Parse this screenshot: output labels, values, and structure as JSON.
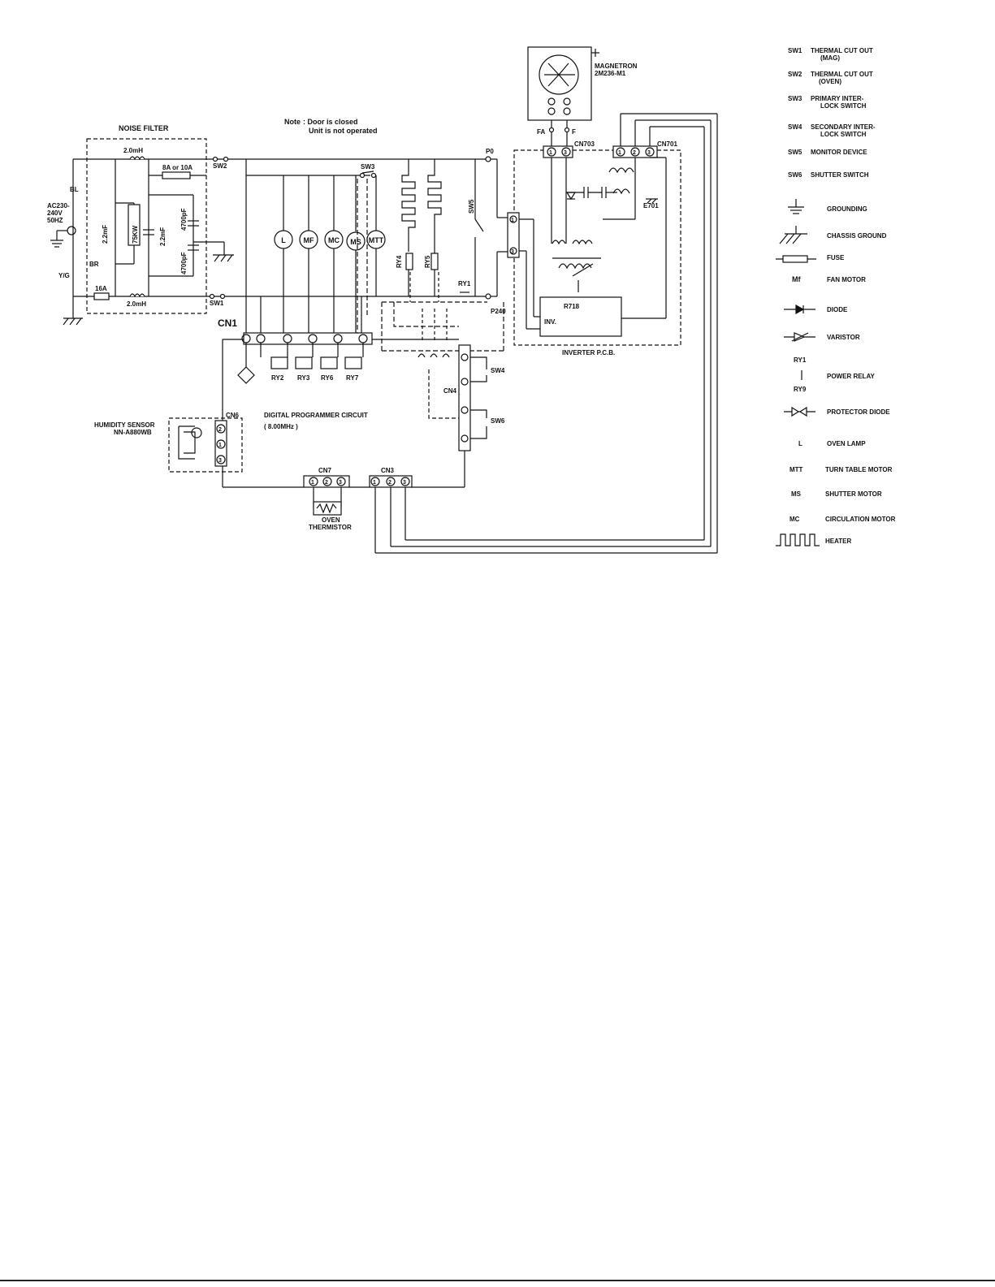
{
  "note": {
    "label": "Note",
    "line1": ": Door is closed",
    "line2": "Unit is not operated"
  },
  "noise_filter": {
    "title": "NOISE FILTER",
    "inductor_top": "2.0mH",
    "inductor_bottom": "2.0mH",
    "fuse_main": "8A or 10A",
    "fuse_bottom": "16A",
    "cap_left": "2.2mF",
    "cap_mid": "2.2mF",
    "resistor": "75KW",
    "cap_top": "4700pF",
    "cap_bottom": "4700pF"
  },
  "mains": {
    "label1": "AC230-",
    "label2": "240V",
    "label3": "50HZ",
    "wire_bl": "BL",
    "wire_br": "BR",
    "wire_yg": "Y/G"
  },
  "switches": {
    "sw1": "SW1",
    "sw2": "SW2",
    "sw3": "SW3",
    "sw4": "SW4",
    "sw5": "SW5",
    "sw6": "SW6"
  },
  "loads": {
    "lamp": "L",
    "fan": "MF",
    "circ": "MC",
    "shutter": "MS",
    "turntable": "MTT"
  },
  "relays": {
    "ry1": "RY1",
    "ry2": "RY2",
    "ry3": "RY3",
    "ry4": "RY4",
    "ry5": "RY5",
    "ry6": "RY6",
    "ry7": "RY7"
  },
  "points": {
    "p0": "P0",
    "p240": "P240",
    "fa": "FA",
    "f": "F"
  },
  "magnetron": {
    "name": "MAGNETRON",
    "model": "2M236-M1"
  },
  "inverter": {
    "cn703": "CN703",
    "cn701": "CN701",
    "e701": "E701",
    "r718": "R718",
    "inv": "INV.",
    "title": "INVERTER P.C.B."
  },
  "control": {
    "cn1": "CN1",
    "cn4": "CN4",
    "cn6": "CN6",
    "cn7": "CN7",
    "cn3": "CN3",
    "title": "DIGITAL PROGRAMMER CIRCUIT",
    "freq": "( 8.00MHz )",
    "sensor1": "HUMIDITY SENSOR",
    "sensor2": "NN-A880WB",
    "thermistor1": "OVEN",
    "thermistor2": "THERMISTOR"
  },
  "pins": {
    "one": "1",
    "two": "2",
    "three": "3"
  },
  "legend": [
    {
      "code": "SW1",
      "text": "THERMAL CUT OUT",
      "text2": "(MAG)"
    },
    {
      "code": "SW2",
      "text": "THERMAL CUT OUT",
      "text2": "(OVEN)"
    },
    {
      "code": "SW3",
      "text": "PRIMARY INTER-",
      "text2": "LOCK SWITCH"
    },
    {
      "code": "SW4",
      "text": "SECONDARY INTER-",
      "text2": "LOCK SWITCH"
    },
    {
      "code": "SW5",
      "text": "MONITOR DEVICE",
      "text2": ""
    },
    {
      "code": "SW6",
      "text": "SHUTTER SWITCH",
      "text2": ""
    }
  ],
  "legend_symbols": [
    {
      "icon": "grounding-icon",
      "text": "GROUNDING"
    },
    {
      "icon": "chassis-ground-icon",
      "text": "CHASSIS GROUND"
    },
    {
      "icon": "fuse-icon",
      "text": "FUSE"
    },
    {
      "icon": "fan-motor-icon",
      "text": "FAN MOTOR",
      "code": "Mf"
    },
    {
      "icon": "diode-icon",
      "text": "DIODE"
    },
    {
      "icon": "varistor-icon",
      "text": "VARISTOR"
    },
    {
      "icon": "power-relay-icon",
      "text": "POWER RELAY",
      "code": "RY1",
      "code2": "RY9"
    },
    {
      "icon": "protector-diode-icon",
      "text": "PROTECTOR DIODE"
    },
    {
      "icon": "oven-lamp-icon",
      "text": "OVEN LAMP",
      "code": "L"
    },
    {
      "icon": "turntable-motor-icon",
      "text": "TURN TABLE MOTOR",
      "code": "MTT"
    },
    {
      "icon": "shutter-motor-icon",
      "text": "SHUTTER MOTOR",
      "code": "MS"
    },
    {
      "icon": "circulation-motor-icon",
      "text": "CIRCULATION MOTOR",
      "code": "MC"
    },
    {
      "icon": "heater-icon",
      "text": "HEATER"
    }
  ]
}
